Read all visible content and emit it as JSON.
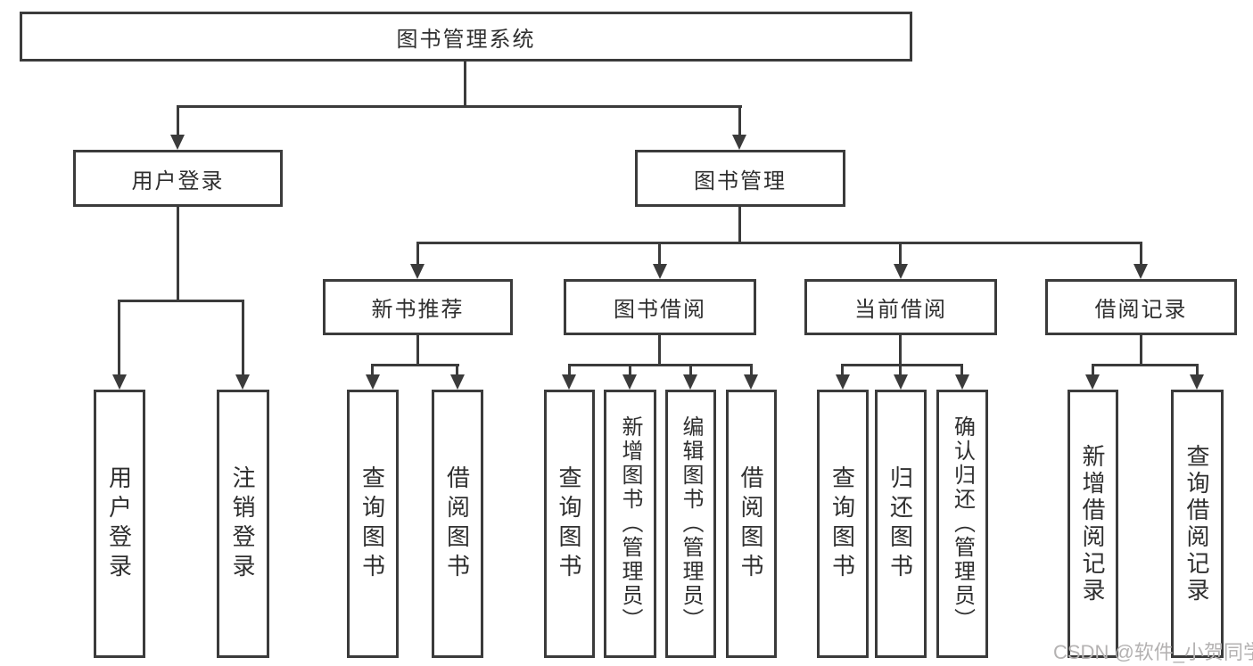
{
  "diagram": {
    "root": "图书管理系统",
    "user_login": "用户登录",
    "book_mgmt": "图书管理",
    "new_book_rec": "新书推荐",
    "book_borrow": "图书借阅",
    "current_borrow": "当前借阅",
    "borrow_records": "借阅记录",
    "user_login_children": {
      "login": "用户登录",
      "logout": "注销登录"
    },
    "new_book_rec_children": {
      "query": "查询图书",
      "borrow": "借阅图书"
    },
    "book_borrow_children": {
      "query": "查询图书",
      "add": "新增图书（管理员）",
      "edit": "编辑图书（管理员）",
      "borrow": "借阅图书"
    },
    "current_borrow_children": {
      "query": "查询图书",
      "return": "归还图书",
      "confirm": "确认归还（管理员）"
    },
    "borrow_records_children": {
      "add": "新增借阅记录",
      "query": "查询借阅记录"
    }
  },
  "watermark": "CSDN @软件_小贺同学",
  "colors": {
    "line": "#3b3b3b",
    "text": "#2f2f2f",
    "watermark": "#b4b2b2",
    "background": "#ffffff"
  }
}
